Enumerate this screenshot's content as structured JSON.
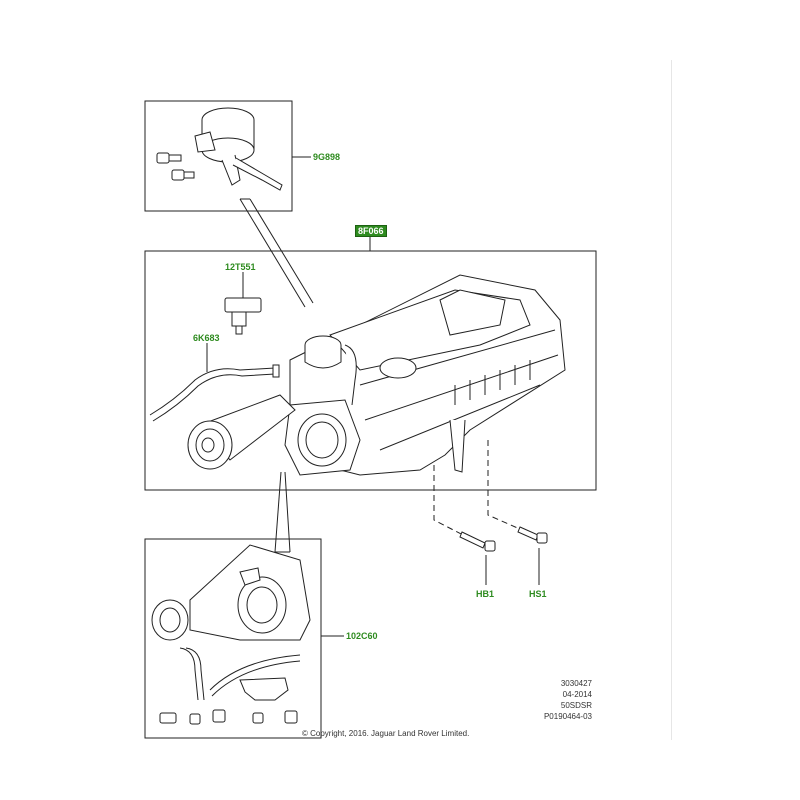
{
  "callouts": {
    "inset_top": "9G898",
    "main_assembly": "8F066",
    "sensor": "12T551",
    "hose": "6K683",
    "bolt_hb": "HB1",
    "bolt_hs": "HS1",
    "inset_bottom": "102C60"
  },
  "drawing_info": {
    "number": "3030427",
    "date": "04-2014",
    "code": "50SDSR",
    "ref": "P0190464-03"
  },
  "copyright": "© Copyright, 2016. Jaguar Land Rover Limited.",
  "colors": {
    "callout_green": "#2e8b1f",
    "line": "#222222"
  }
}
